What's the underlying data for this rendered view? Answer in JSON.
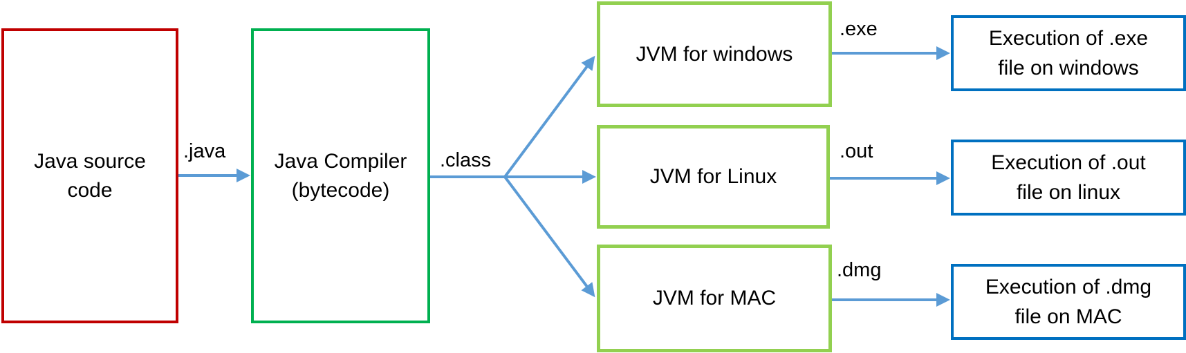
{
  "diagram": {
    "source": {
      "line1": "Java source",
      "line2": "code"
    },
    "compiler": {
      "line1": "Java Compiler",
      "line2": "(bytecode)"
    },
    "edge_labels": {
      "java": ".java",
      "class": ".class",
      "exe": ".exe",
      "out": ".out",
      "dmg": ".dmg"
    },
    "jvms": {
      "windows": "JVM for windows",
      "linux": "JVM for Linux",
      "mac": "JVM for MAC"
    },
    "executions": {
      "windows": {
        "line1": "Execution of .exe",
        "line2": "file on windows"
      },
      "linux": {
        "line1": "Execution of .out",
        "line2": "file on linux"
      },
      "mac": {
        "line1": "Execution of .dmg",
        "line2": "file on MAC"
      }
    },
    "colors": {
      "source_border": "#c00000",
      "compiler_border": "#00b050",
      "jvm_border": "#92d050",
      "execution_border": "#0070c0",
      "arrow": "#5b9bd5"
    }
  }
}
